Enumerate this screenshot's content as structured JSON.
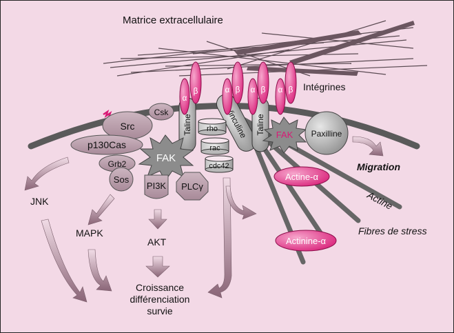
{
  "labels": {
    "ecm": "Matrice extracellulaire",
    "integrins": "Intégrines",
    "migration": "Migration",
    "actine": "Actine",
    "fibres": "Fibres de stress",
    "jnk": "JNK",
    "mapk": "MAPK",
    "akt": "AKT",
    "outcome": [
      "Croissance",
      "différenciation",
      "survie"
    ]
  },
  "integrin_subunits": {
    "alpha": "α",
    "beta": "β"
  },
  "proteins": {
    "csk": "Csk",
    "src": "Src",
    "p130cas": "p130Cas",
    "fak": "FAK",
    "grb2": "Grb2",
    "sos": "Sos",
    "pi3k": "PI3K",
    "plcg": "PLCγ",
    "rho": "rho",
    "rac": "rac",
    "cdc42": "cdc42",
    "taline": "Taline",
    "vinculine": "Vinculine",
    "paxilline": "Paxilline",
    "actine_alpha": "Actine-α",
    "actinine_alpha": "Actinine-α"
  },
  "colors": {
    "background": "#f3d9e6",
    "membrane": "#5a5a5a",
    "integrin": "#d81b76",
    "protein": "#b69aa8",
    "fak": "#8c8c8c",
    "arrow": "#9a7b89",
    "fak_accent": "#d81b76"
  }
}
